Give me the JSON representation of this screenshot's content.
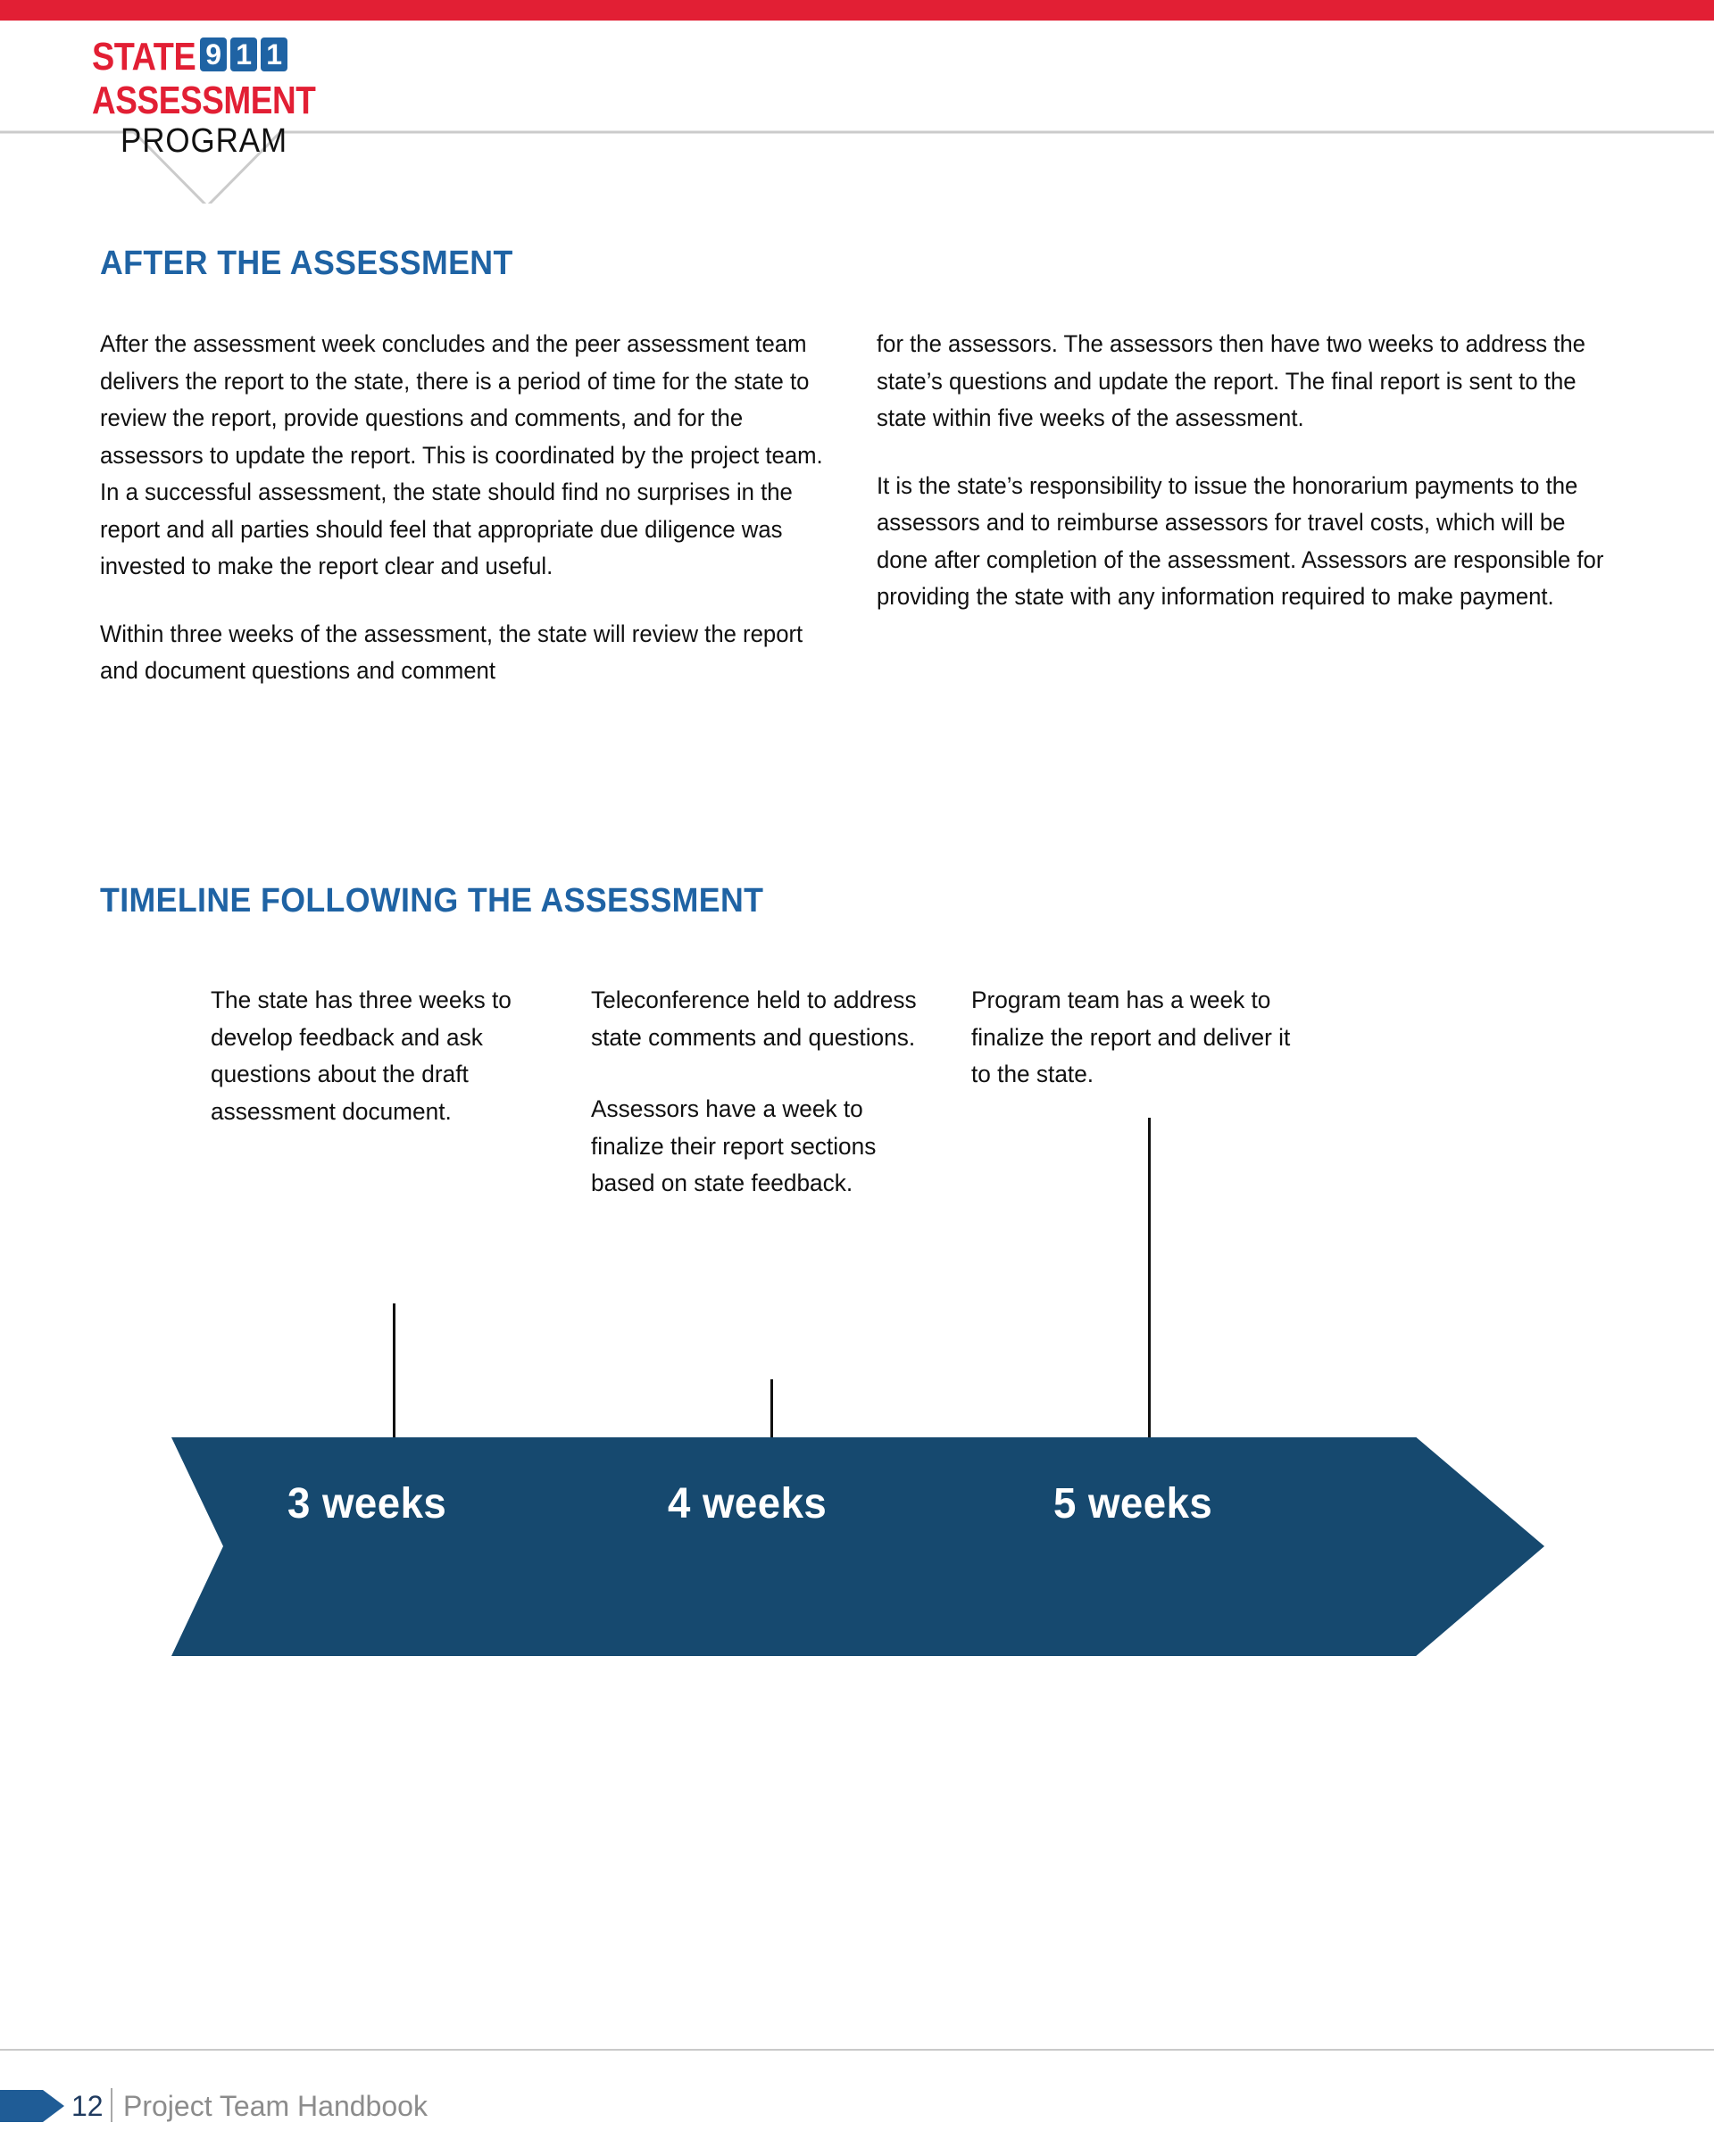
{
  "page": {
    "background": "#ffffff",
    "top_bar_color": "#E21F34"
  },
  "logo": {
    "word_state": "STATE",
    "digits": [
      "9",
      "1",
      "1"
    ],
    "word_assessment": "ASSESSMENT",
    "word_program": "PROGRAM",
    "red": "#E21F34",
    "blue": "#1F63A4",
    "black": "#111111"
  },
  "sections": {
    "after": {
      "heading": "AFTER THE ASSESSMENT",
      "heading_color": "#1F63A4",
      "left_column": [
        "After the assessment week concludes and the peer assessment team delivers the report to the state, there is a period of time for the state to review the report, provide questions and comments, and for the assessors to update the report. This is coordinated by the project team. In a successful assessment, the state should find no surprises in the report and all parties should feel that appropriate due diligence was invested to make the report clear and useful.",
        "Within three weeks of the assessment, the state will review the report and document questions and comment"
      ],
      "right_column": [
        "for the assessors. The assessors then have two weeks to address the state’s questions and update the report. The final report is sent to the state within five weeks of the assessment.",
        "It is the state’s responsibility to issue the honorarium payments to the assessors and to reimburse assessors for travel costs, which will be done after completion of the assessment. Assessors are responsible for providing the state with any information required to make payment."
      ]
    },
    "timeline": {
      "heading": "TIMELINE FOLLOWING THE ASSESSMENT",
      "heading_color": "#1F63A4",
      "arrow_color": "#16496F",
      "callouts": [
        {
          "paragraphs": [
            "The state has three weeks to develop feedback and ask questions about the draft assessment document."
          ]
        },
        {
          "paragraphs": [
            "Teleconference held to address state comments and questions.",
            "Assessors have a week to finalize their report sections based on state feedback."
          ]
        },
        {
          "paragraphs": [
            "Program team has a week to finalize the report and deliver it to the state."
          ]
        }
      ],
      "milestones": [
        {
          "label": "3 weeks"
        },
        {
          "label": "4 weeks"
        },
        {
          "label": "5 weeks"
        }
      ]
    }
  },
  "footer": {
    "page_number": "12",
    "divider": "|",
    "title": "Project Team Handbook",
    "arrow_color": "#1F5C96",
    "title_color": "#8C8C8C"
  }
}
